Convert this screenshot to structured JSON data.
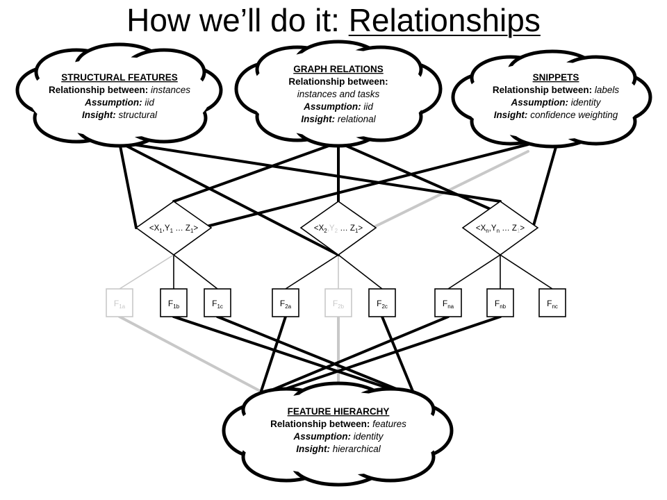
{
  "slide": {
    "title_prefix": "How we’ll do it: ",
    "title_emph": "Relationships"
  },
  "clouds": {
    "structural": {
      "heading": "STRUCTURAL FEATURES",
      "rel_label": "Relationship between:",
      "rel_value": "instances",
      "assump_label": "Assumption:",
      "assump_value": "iid",
      "insight_label": "Insight:",
      "insight_value": "structural"
    },
    "graph": {
      "heading": "GRAPH RELATIONS",
      "rel_label": "Relationship between:",
      "rel_value": "instances and tasks",
      "assump_label": "Assumption:",
      "assump_value": "iid",
      "insight_label": "Insight:",
      "insight_value": "relational"
    },
    "snippets": {
      "heading": "SNIPPETS",
      "rel_label": "Relationship between:",
      "rel_value": "labels",
      "assump_label": "Assumption:",
      "assump_value": "identity",
      "insight_label": "Insight:",
      "insight_value": "confidence weighting"
    },
    "hierarchy": {
      "heading": "FEATURE HIERARCHY",
      "rel_label": "Relationship between:",
      "rel_value": "features",
      "assump_label": "Assumption:",
      "assump_value": "identity",
      "insight_label": "Insight:",
      "insight_value": "hierarchical"
    }
  },
  "instances": [
    {
      "open": "<X",
      "a_sub": "1",
      "sep1": ",Y",
      "b_sub": "1",
      "mid": " … Z",
      "c_sub": "1",
      "close": ">",
      "faded_part": ""
    },
    {
      "open": "<X",
      "a_sub": "2",
      "sep1": ",Y",
      "b_sub": "2",
      "mid": " … Z",
      "c_sub": "1",
      "close": ">",
      "faded_part": "y"
    },
    {
      "open": "<X",
      "a_sub": "n",
      "sep1": ",Y",
      "b_sub": "n",
      "mid": " … Z",
      "c_sub": "1",
      "close": ">",
      "faded_part": "z"
    }
  ],
  "features": [
    {
      "main": "F",
      "sub": "1a",
      "faded": true
    },
    {
      "main": "F",
      "sub": "1b",
      "faded": false
    },
    {
      "main": "F",
      "sub": "1c",
      "faded": false
    },
    {
      "main": "F",
      "sub": "2a",
      "faded": false
    },
    {
      "main": "F",
      "sub": "2b",
      "faded": true
    },
    {
      "main": "F",
      "sub": "2c",
      "faded": false
    },
    {
      "main": "F",
      "sub": "na",
      "faded": false
    },
    {
      "main": "F",
      "sub": "nb",
      "faded": false
    },
    {
      "main": "F",
      "sub": "nc",
      "faded": false
    }
  ],
  "colors": {
    "ink": "#000000",
    "faded": "#c8c8c8"
  }
}
